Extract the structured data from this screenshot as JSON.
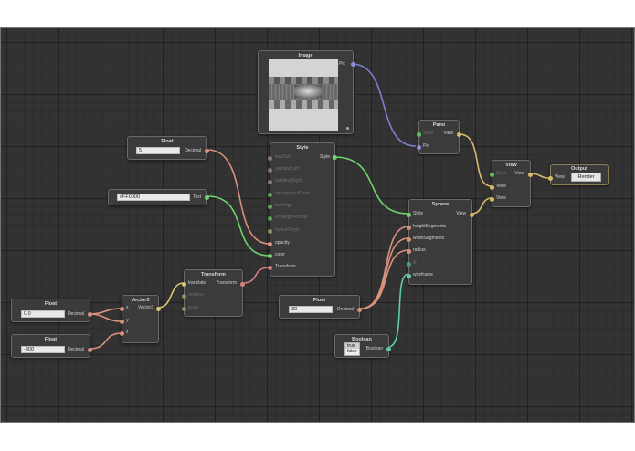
{
  "colors": {
    "canvas_bg": "#333333",
    "node_bg": "#3b3b3b",
    "wire_decimal": "#d9917c",
    "wire_text": "#6fd36f",
    "wire_style": "#6fd36f",
    "wire_vector": "#d9c873",
    "wire_transform": "#d98080",
    "wire_pic": "#7a7fd0",
    "wire_view": "#d9b96a",
    "wire_boolean": "#5fcf9f",
    "port_faded": "#6f6f6f"
  },
  "nodes": {
    "image": {
      "title": "Image",
      "output": "Pic"
    },
    "style": {
      "title": "Style",
      "output": "Style",
      "inputs": [
        "fontSize",
        "paddingLeft",
        "paddingRight",
        "backgroundColor",
        "textAlign",
        "textAlignVertical",
        "layoutOrigin",
        "opacity",
        "color",
        "Transform"
      ]
    },
    "float_opacity": {
      "title": "Float",
      "value": "5",
      "output": "Decimal"
    },
    "text_color": {
      "title": "Text",
      "value": "#FF0000",
      "output": "Text"
    },
    "transform": {
      "title": "Transform",
      "inputs": [
        "translate",
        "rotation",
        "scale"
      ],
      "output": "Transform"
    },
    "vector3": {
      "title": "Vector3",
      "inputs": [
        "x",
        "y",
        "z"
      ],
      "output": "Vector3"
    },
    "float_xy": {
      "title": "Float",
      "value": "0.0",
      "output": "Decimal"
    },
    "float_z": {
      "title": "Float",
      "value": "-300",
      "output": "Decimal"
    },
    "pano": {
      "title": "Pano",
      "inputs": [
        "Style",
        "Pic"
      ],
      "output": "View"
    },
    "sphere": {
      "title": "Sphere",
      "inputs": [
        "Style",
        "heightSegments",
        "widthSegments",
        "radius",
        "lit",
        "wireframe"
      ],
      "output": "View"
    },
    "float_30": {
      "title": "Float",
      "value": "30",
      "output": "Decimal"
    },
    "boolean": {
      "title": "Boolean",
      "options": [
        "true",
        "false"
      ],
      "selected": "true",
      "output": "Boolean"
    },
    "view": {
      "title": "View",
      "inputs": [
        "Style",
        "View",
        "View"
      ],
      "output": "View"
    },
    "output": {
      "title": "Output",
      "input": "View",
      "button": "Render"
    }
  }
}
